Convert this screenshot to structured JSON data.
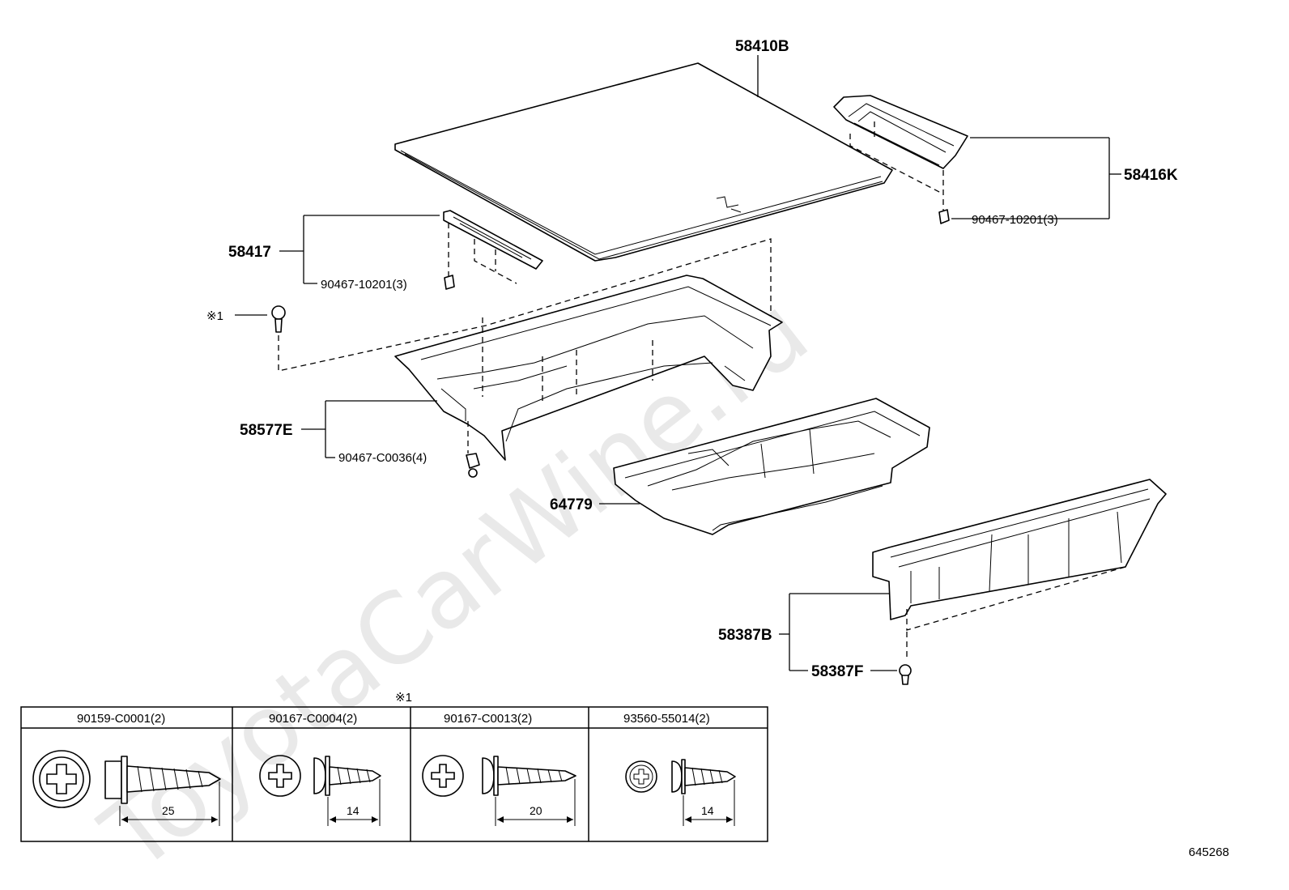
{
  "watermark": "ToyotaCarWine.ru",
  "diagram_id": "645268",
  "callouts": {
    "p58410B": "58410B",
    "p58416K": "58416K",
    "clip_right": "90467-10201(3)",
    "p58417": "58417",
    "clip_left": "90467-10201(3)",
    "note_mark": "※1",
    "p58577E": "58577E",
    "clip_center": "90467-C0036(4)",
    "p64779": "64779",
    "p58387B": "58387B",
    "p58387F": "58387F"
  },
  "table": {
    "note_mark": "※1",
    "columns": [
      {
        "code": "90159-C0001(2)",
        "length": "25"
      },
      {
        "code": "90167-C0004(2)",
        "length": "14"
      },
      {
        "code": "90167-C0013(2)",
        "length": "20"
      },
      {
        "code": "93560-55014(2)",
        "length": "14"
      }
    ]
  }
}
